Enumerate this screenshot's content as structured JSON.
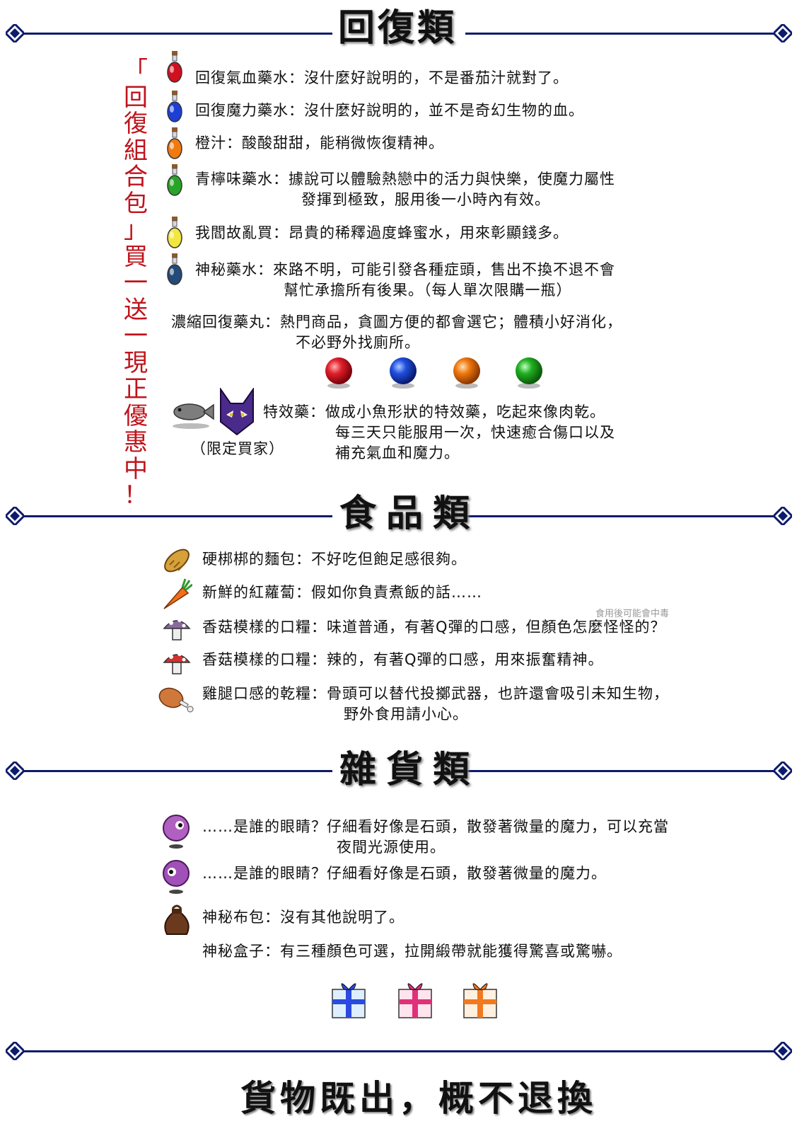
{
  "colors": {
    "rule": "#0d1b6b",
    "promo": "#c0141c",
    "text": "#111111"
  },
  "sections": {
    "recovery": {
      "title": "回復類"
    },
    "food": {
      "title": "食品類"
    },
    "misc": {
      "title": "雜貨類"
    }
  },
  "promo": {
    "chars": [
      "「",
      "回",
      "復",
      "組",
      "合",
      "包",
      "」",
      "買",
      "一",
      "送",
      "一",
      "現",
      "正",
      "優",
      "惠",
      "中",
      "！"
    ]
  },
  "recovery": {
    "items": [
      {
        "icon": "red-potion-icon",
        "text": "回復氣血藥水：沒什麼好說明的，不是番茄汁就對了。"
      },
      {
        "icon": "blue-potion-icon",
        "text": "回復魔力藥水：沒什麼好說明的，並不是奇幻生物的血。"
      },
      {
        "icon": "orange-potion-icon",
        "text": "橙汁：酸酸甜甜，能稍微恢復精神。"
      },
      {
        "icon": "green-potion-icon",
        "text": "青檸味藥水：據說可以體驗熱戀中的活力與快樂，使魔力屬性",
        "text2": "發揮到極致，服用後一小時內有效。"
      },
      {
        "icon": "yellow-potion-icon",
        "text": "我閻故亂買：昂貴的稀釋過度蜂蜜水，用來彰顯錢多。"
      },
      {
        "icon": "dark-potion-icon",
        "text": "神秘藥水：來路不明，可能引發各種症頭，售出不換不退不會",
        "text2": "幫忙承擔所有後果。（每人單次限購一瓶）"
      }
    ],
    "pills": {
      "text": "濃縮回復藥丸：熱門商品，貪圖方便的都會選它；體積小好消化，",
      "text2": "不必野外找廁所。"
    },
    "special": {
      "text": "特效藥：做成小魚形狀的特效藥，吃起來像肉乾。",
      "text2": "每三天只能服用一次，快速癒合傷口以及",
      "text3": "補充氣血和魔力。",
      "note": "（限定買家）"
    }
  },
  "food": {
    "items": [
      {
        "icon": "bread-icon",
        "text": "硬梆梆的麵包：不好吃但飽足感很夠。"
      },
      {
        "icon": "carrot-icon",
        "text": "新鮮的紅蘿蔔：假如你負責煮飯的話……"
      },
      {
        "icon": "purple-mushroom-icon",
        "text": "香菇模樣的口糧：味道普通，有著Q彈的口感，但顏色怎麼怪怪的？",
        "note": "食用後可能會中毒"
      },
      {
        "icon": "red-mushroom-icon",
        "text": "香菇模樣的口糧：辣的，有著Q彈的口感，用來振奮精神。"
      },
      {
        "icon": "drumstick-icon",
        "text": "雞腿口感的乾糧：骨頭可以替代投擲武器，也許還會吸引未知生物，",
        "text2": "野外食用請小心。"
      }
    ]
  },
  "misc": {
    "items": [
      {
        "icon": "eye-orb-icon",
        "text": "……是誰的眼睛？仔細看好像是石頭，散發著微量的魔力，可以充當",
        "text2": "夜間光源使用。"
      },
      {
        "icon": "eye-orb-icon",
        "text": "……是誰的眼睛？仔細看好像是石頭，散發著微量的魔力。"
      },
      {
        "icon": "cloth-bag-icon",
        "text": "神秘布包：沒有其他說明了。"
      }
    ],
    "box": {
      "text": "神秘盒子：有三種顏色可選，拉開緞帶就能獲得驚喜或驚嚇。"
    }
  },
  "footer": {
    "text": "貨物既出，概不退換"
  }
}
